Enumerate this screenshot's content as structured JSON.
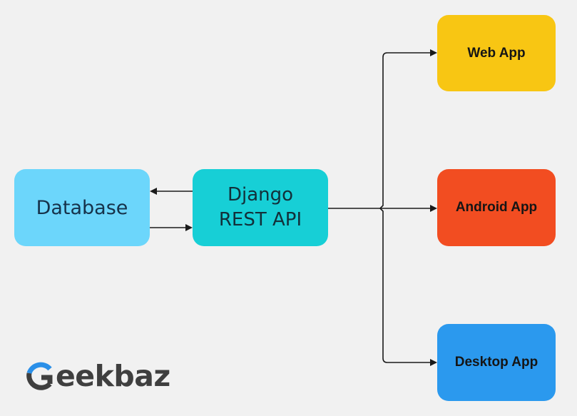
{
  "diagram": {
    "nodes": {
      "database": {
        "label": "Database",
        "color": "#6cd6fb"
      },
      "django": {
        "line1": "Django",
        "line2": "REST API",
        "color": "#17cfd6"
      },
      "web_app": {
        "label": "Web App",
        "color": "#f8c613"
      },
      "android_app": {
        "label": "Android App",
        "color": "#f24d21"
      },
      "desktop_app": {
        "label": "Desktop App",
        "color": "#2b99ee"
      }
    },
    "edges": [
      {
        "from": "django",
        "to": "database"
      },
      {
        "from": "database",
        "to": "django"
      },
      {
        "from": "django",
        "to": "web_app"
      },
      {
        "from": "django",
        "to": "android_app"
      },
      {
        "from": "django",
        "to": "desktop_app"
      }
    ]
  },
  "logo": {
    "text": "eekbaz",
    "wordmark": "Geekbaz",
    "colors": {
      "blue": "#2a8fe8",
      "dark": "#3f3f3f"
    },
    "icon": "g-logo-icon"
  },
  "colors": {
    "background": "#f1f1f1",
    "arrow": "#1a1a1a"
  }
}
